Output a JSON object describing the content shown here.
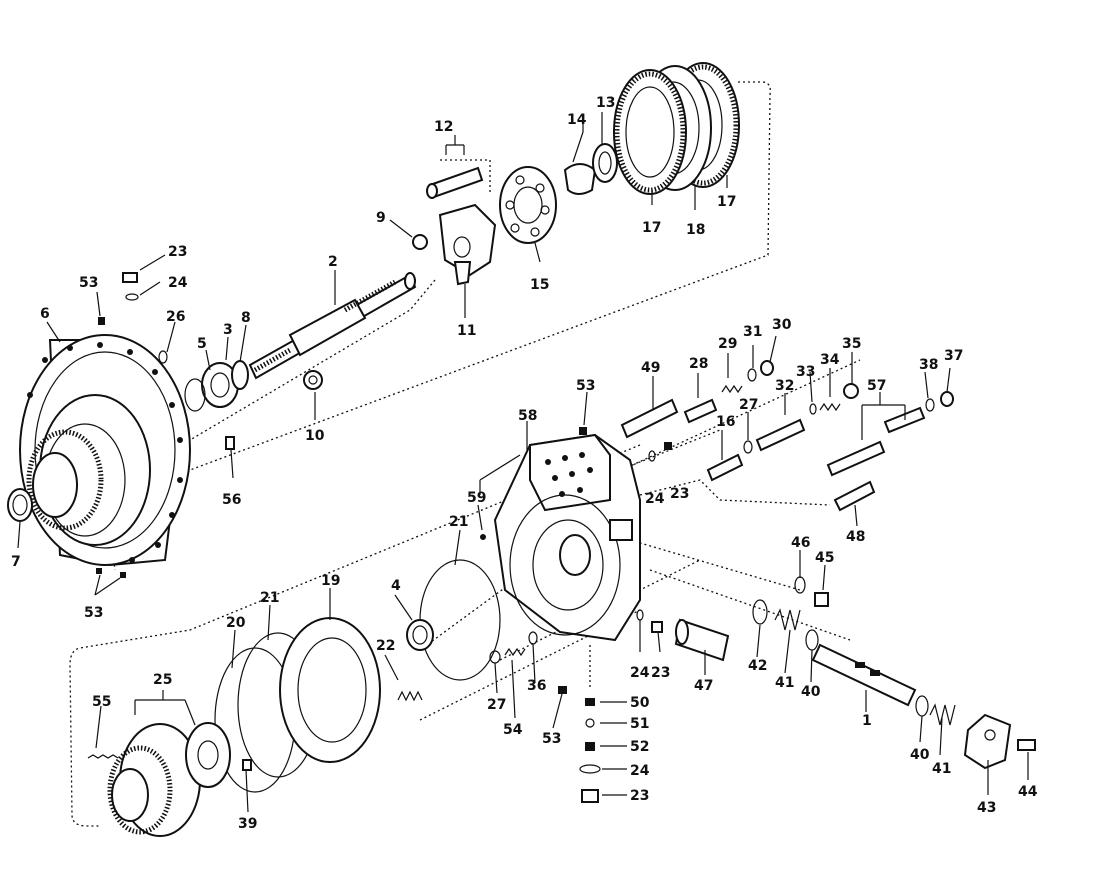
{
  "diagram": {
    "colors": {
      "ink": "#111111",
      "background": "#ffffff"
    },
    "callouts": [
      {
        "id": "c1",
        "text": "1"
      },
      {
        "id": "c2",
        "text": "2"
      },
      {
        "id": "c3",
        "text": "3"
      },
      {
        "id": "c4",
        "text": "4"
      },
      {
        "id": "c5",
        "text": "5"
      },
      {
        "id": "c6",
        "text": "6"
      },
      {
        "id": "c7",
        "text": "7"
      },
      {
        "id": "c8",
        "text": "8"
      },
      {
        "id": "c9",
        "text": "9"
      },
      {
        "id": "c10",
        "text": "10"
      },
      {
        "id": "c11",
        "text": "11"
      },
      {
        "id": "c12",
        "text": "12"
      },
      {
        "id": "c13",
        "text": "13"
      },
      {
        "id": "c14",
        "text": "14"
      },
      {
        "id": "c15",
        "text": "15"
      },
      {
        "id": "c16",
        "text": "16"
      },
      {
        "id": "c17a",
        "text": "17"
      },
      {
        "id": "c17b",
        "text": "17"
      },
      {
        "id": "c18",
        "text": "18"
      },
      {
        "id": "c19",
        "text": "19"
      },
      {
        "id": "c20",
        "text": "20"
      },
      {
        "id": "c21a",
        "text": "21"
      },
      {
        "id": "c21b",
        "text": "21"
      },
      {
        "id": "c22",
        "text": "22"
      },
      {
        "id": "c23a",
        "text": "23"
      },
      {
        "id": "c23b",
        "text": "23"
      },
      {
        "id": "c23c",
        "text": "23"
      },
      {
        "id": "c23d",
        "text": "23"
      },
      {
        "id": "c24a",
        "text": "24"
      },
      {
        "id": "c24b",
        "text": "24"
      },
      {
        "id": "c24c",
        "text": "24"
      },
      {
        "id": "c24d",
        "text": "24"
      },
      {
        "id": "c25",
        "text": "25"
      },
      {
        "id": "c26",
        "text": "26"
      },
      {
        "id": "c27a",
        "text": "27"
      },
      {
        "id": "c27b",
        "text": "27"
      },
      {
        "id": "c28",
        "text": "28"
      },
      {
        "id": "c29",
        "text": "29"
      },
      {
        "id": "c30",
        "text": "30"
      },
      {
        "id": "c31",
        "text": "31"
      },
      {
        "id": "c32",
        "text": "32"
      },
      {
        "id": "c33",
        "text": "33"
      },
      {
        "id": "c34",
        "text": "34"
      },
      {
        "id": "c35",
        "text": "35"
      },
      {
        "id": "c36",
        "text": "36"
      },
      {
        "id": "c37",
        "text": "37"
      },
      {
        "id": "c38",
        "text": "38"
      },
      {
        "id": "c39",
        "text": "39"
      },
      {
        "id": "c40a",
        "text": "40"
      },
      {
        "id": "c40b",
        "text": "40"
      },
      {
        "id": "c41a",
        "text": "41"
      },
      {
        "id": "c41b",
        "text": "41"
      },
      {
        "id": "c42",
        "text": "42"
      },
      {
        "id": "c43",
        "text": "43"
      },
      {
        "id": "c44",
        "text": "44"
      },
      {
        "id": "c45",
        "text": "45"
      },
      {
        "id": "c46",
        "text": "46"
      },
      {
        "id": "c47",
        "text": "47"
      },
      {
        "id": "c48",
        "text": "48"
      },
      {
        "id": "c49",
        "text": "49"
      },
      {
        "id": "c50",
        "text": "50"
      },
      {
        "id": "c51",
        "text": "51"
      },
      {
        "id": "c52",
        "text": "52"
      },
      {
        "id": "c53a",
        "text": "53"
      },
      {
        "id": "c53b",
        "text": "53"
      },
      {
        "id": "c53c",
        "text": "53"
      },
      {
        "id": "c53d",
        "text": "53"
      },
      {
        "id": "c54",
        "text": "54"
      },
      {
        "id": "c55",
        "text": "55"
      },
      {
        "id": "c56",
        "text": "56"
      },
      {
        "id": "c57",
        "text": "57"
      },
      {
        "id": "c58",
        "text": "58"
      },
      {
        "id": "c59",
        "text": "59"
      }
    ]
  }
}
